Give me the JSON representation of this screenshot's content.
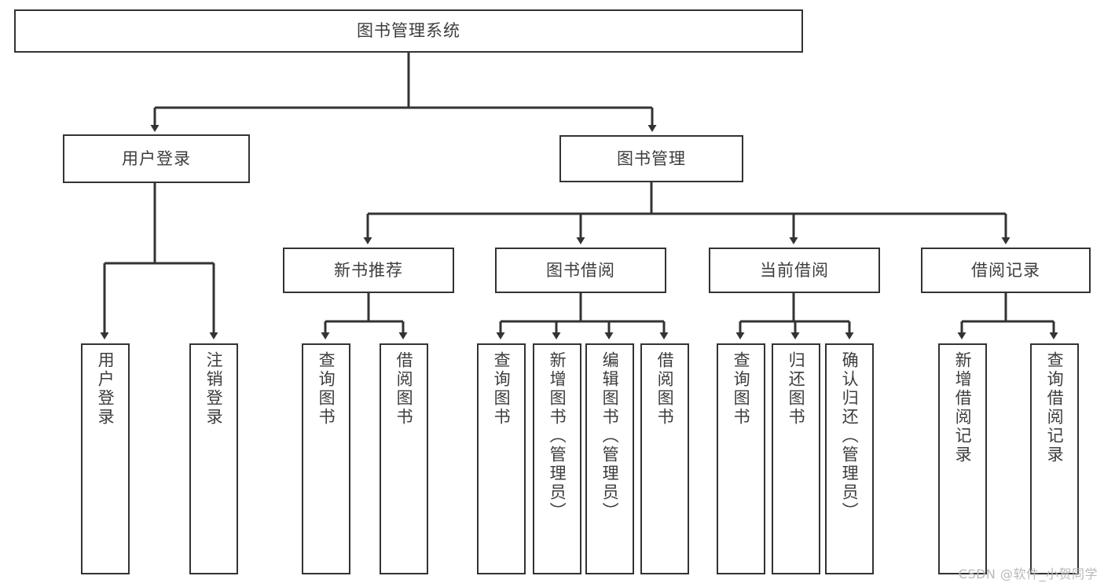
{
  "diagram": {
    "title": "图书管理系统",
    "watermark": "CSDN @软件_小贺同学",
    "colors": {
      "background": "#ffffff",
      "border": "#333333",
      "text": "#3d3d3d",
      "connector": "#333333",
      "watermark": "#b9b9b9"
    },
    "root": {
      "label": "图书管理系统"
    },
    "level2": [
      {
        "label": "用户登录"
      },
      {
        "label": "图书管理"
      }
    ],
    "level3": [
      {
        "label": "新书推荐"
      },
      {
        "label": "图书借阅"
      },
      {
        "label": "当前借阅"
      },
      {
        "label": "借阅记录"
      }
    ],
    "leaves": {
      "user_login": [
        {
          "label": "用户登录"
        },
        {
          "label": "注销登录"
        }
      ],
      "new_book_recommend": [
        {
          "label": "查询图书"
        },
        {
          "label": "借阅图书"
        }
      ],
      "book_borrow": [
        {
          "label": "查询图书"
        },
        {
          "label": "新增图书（管理员）"
        },
        {
          "label": "编辑图书（管理员）"
        },
        {
          "label": "借阅图书"
        }
      ],
      "current_borrow": [
        {
          "label": "查询图书"
        },
        {
          "label": "归还图书"
        },
        {
          "label": "确认归还（管理员）"
        }
      ],
      "borrow_record": [
        {
          "label": "新增借阅记录"
        },
        {
          "label": "查询借阅记录"
        }
      ]
    }
  }
}
